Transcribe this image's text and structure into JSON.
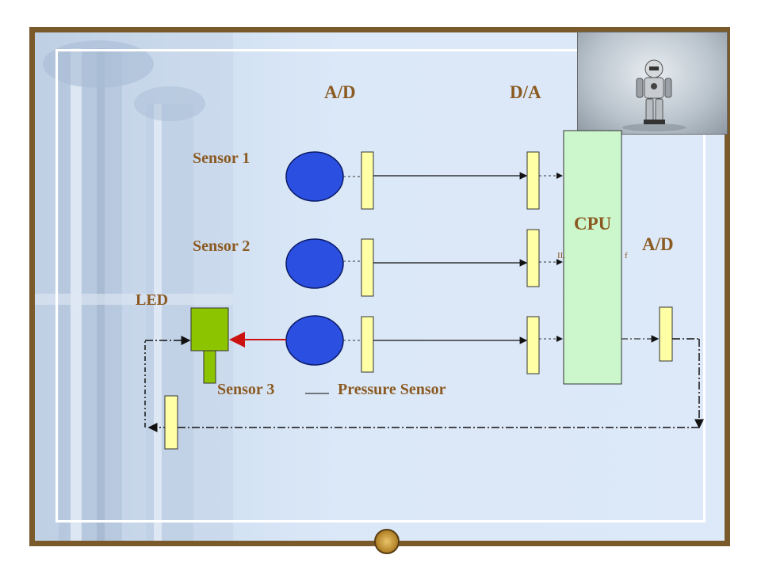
{
  "diagram": {
    "headers": {
      "ad_left": "A/D",
      "da": "D/A",
      "ad_right": "A/D"
    },
    "cpu_label": "CPU",
    "sensors": [
      "Sensor 1",
      "Sensor 2"
    ],
    "sensor3_label": "Sensor 3",
    "pressure_label": "Pressure Sensor",
    "led_label": "LED",
    "cpu_port_left": "II.",
    "cpu_port_right": "f"
  },
  "colors": {
    "label_brown": "#8b5a22",
    "sensor_blue": "#2b4fe0",
    "converter_yellow": "#ffffa6",
    "cpu_green": "#ccf7cc",
    "led_green": "#8cc400",
    "arrow_red": "#cc1111"
  },
  "icons": {
    "photo": "robot-photo",
    "seal": "university-seal-icon"
  }
}
